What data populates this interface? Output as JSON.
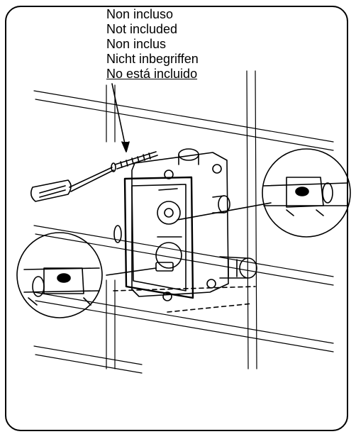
{
  "callout": {
    "lines": [
      "Non incluso",
      "Not included",
      "Non inclus",
      "Nicht inbegriffen",
      "No está incluido"
    ]
  },
  "colors": {
    "line": "#000000",
    "background": "#ffffff"
  },
  "icons": [
    "screwdriver-icon",
    "screw-icon",
    "spirit-level-icon",
    "valve-box-icon"
  ]
}
